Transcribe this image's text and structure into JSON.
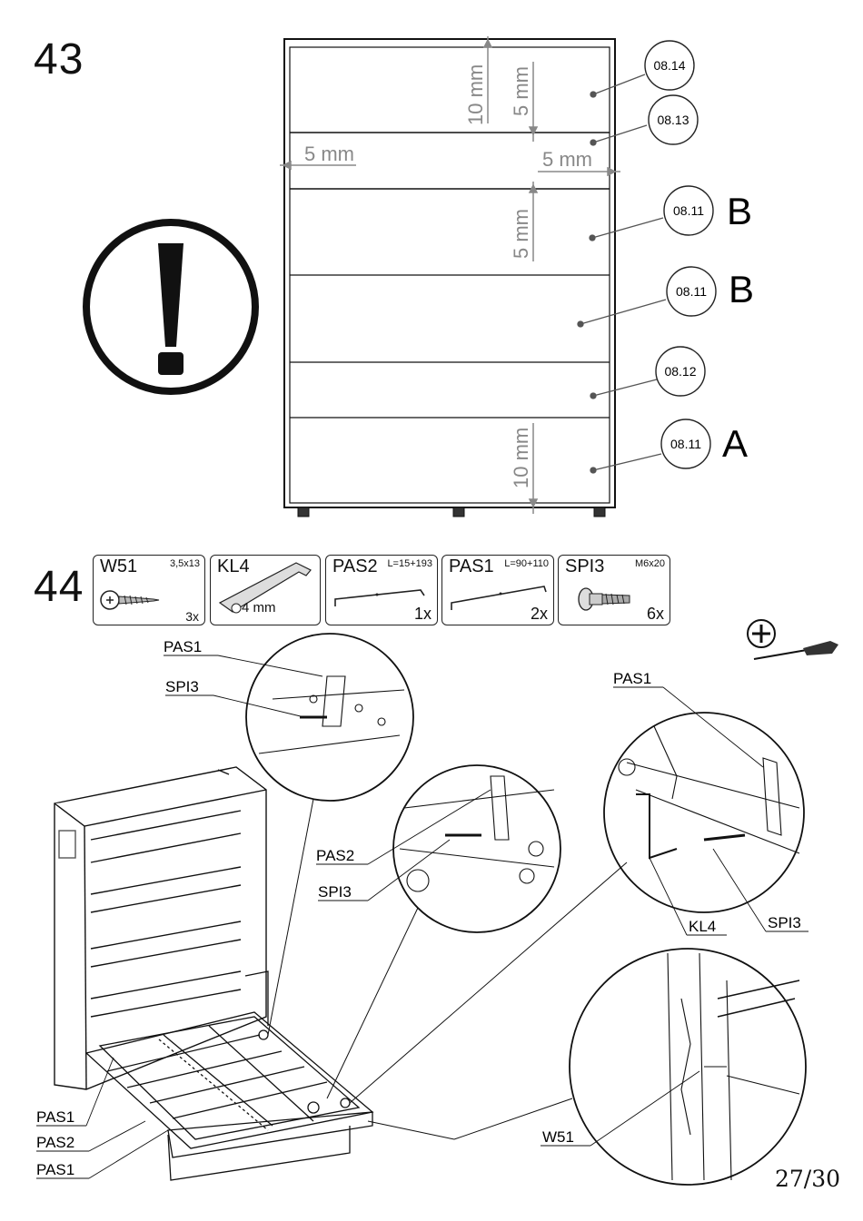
{
  "page_number": "27/30",
  "step43": {
    "number": "43",
    "dimensions": {
      "ten_mm_top": "10 mm",
      "five_mm_top": "5 mm",
      "five_mm_left": "5 mm",
      "five_mm_right": "5 mm",
      "five_mm_mid": "5 mm",
      "ten_mm_bottom": "10 mm"
    },
    "panels": [
      {
        "callout": "08.14",
        "letter": ""
      },
      {
        "callout": "08.13",
        "letter": ""
      },
      {
        "callout": "08.11",
        "letter": "B"
      },
      {
        "callout": "08.11",
        "letter": "B"
      },
      {
        "callout": "08.12",
        "letter": ""
      },
      {
        "callout": "08.11",
        "letter": "A"
      }
    ]
  },
  "step44": {
    "number": "44",
    "parts": [
      {
        "code": "W51",
        "spec": "3,5x13",
        "qty": "3x",
        "extra": ""
      },
      {
        "code": "KL4",
        "spec": "",
        "qty": "",
        "extra": "4 mm"
      },
      {
        "code": "PAS2",
        "spec": "L=15+193",
        "qty": "1x",
        "extra": ""
      },
      {
        "code": "PAS1",
        "spec": "L=90+110",
        "qty": "2x",
        "extra": ""
      },
      {
        "code": "SPI3",
        "spec": "M6x20",
        "qty": "6x",
        "extra": ""
      }
    ],
    "labels": {
      "detail1_pas1": "PAS1",
      "detail1_spi3": "SPI3",
      "detail2_pas2": "PAS2",
      "detail2_spi3": "SPI3",
      "detail3_pas1": "PAS1",
      "detail3_kl4": "KL4",
      "detail3_spi3": "SPI3",
      "detail4_w51": "W51",
      "main_pas1_top": "PAS1",
      "main_pas2": "PAS2",
      "main_pas1_bottom": "PAS1"
    },
    "tool_icon": "phillips-screwdriver-icon"
  }
}
